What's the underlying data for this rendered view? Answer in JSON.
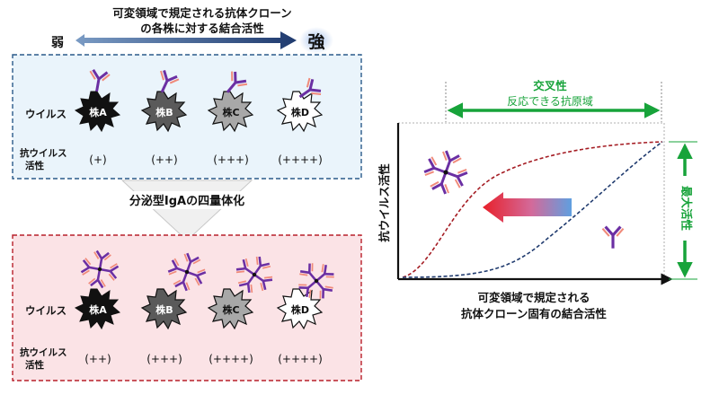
{
  "top": {
    "title_line1": "可変領域で規定される抗体クローン",
    "title_line2": "の各株に対する結合活性",
    "weak": "弱",
    "strong": "強"
  },
  "panel_top": {
    "virus_label": "ウイルス",
    "activity_label_1": "抗ウイルス",
    "activity_label_2": "活性",
    "strains": [
      {
        "name": "株A",
        "activity": "(+)"
      },
      {
        "name": "株B",
        "activity": "(++)"
      },
      {
        "name": "株C",
        "activity": "(+++)"
      },
      {
        "name": "株D",
        "activity": "(++++)"
      }
    ]
  },
  "middle": {
    "label": "分泌型IgAの四量体化"
  },
  "panel_bottom": {
    "virus_label": "ウイルス",
    "activity_label_1": "抗ウイルス",
    "activity_label_2": "活性",
    "strains": [
      {
        "name": "株A",
        "activity": "(++)"
      },
      {
        "name": "株B",
        "activity": "(+++)"
      },
      {
        "name": "株C",
        "activity": "(++++)"
      },
      {
        "name": "株D",
        "activity": "(++++)"
      }
    ]
  },
  "chart": {
    "cross_title": "交叉性",
    "cross_subtitle": "反応できる抗原域",
    "max_activity": "最大活性",
    "ylabel": "抗ウイルス活性",
    "xlabel_line1": "可変領域で規定される",
    "xlabel_line2": "抗体クローン固有の結合活性"
  },
  "colors": {
    "green": "#17a33a",
    "navy": "#1f3a6e",
    "dark_red": "#a51d24",
    "purple": "#6b2fa3",
    "salmon": "#f08a7a",
    "top_panel_bg": "#eaf4fb",
    "bottom_panel_bg": "#fbe3e6"
  }
}
